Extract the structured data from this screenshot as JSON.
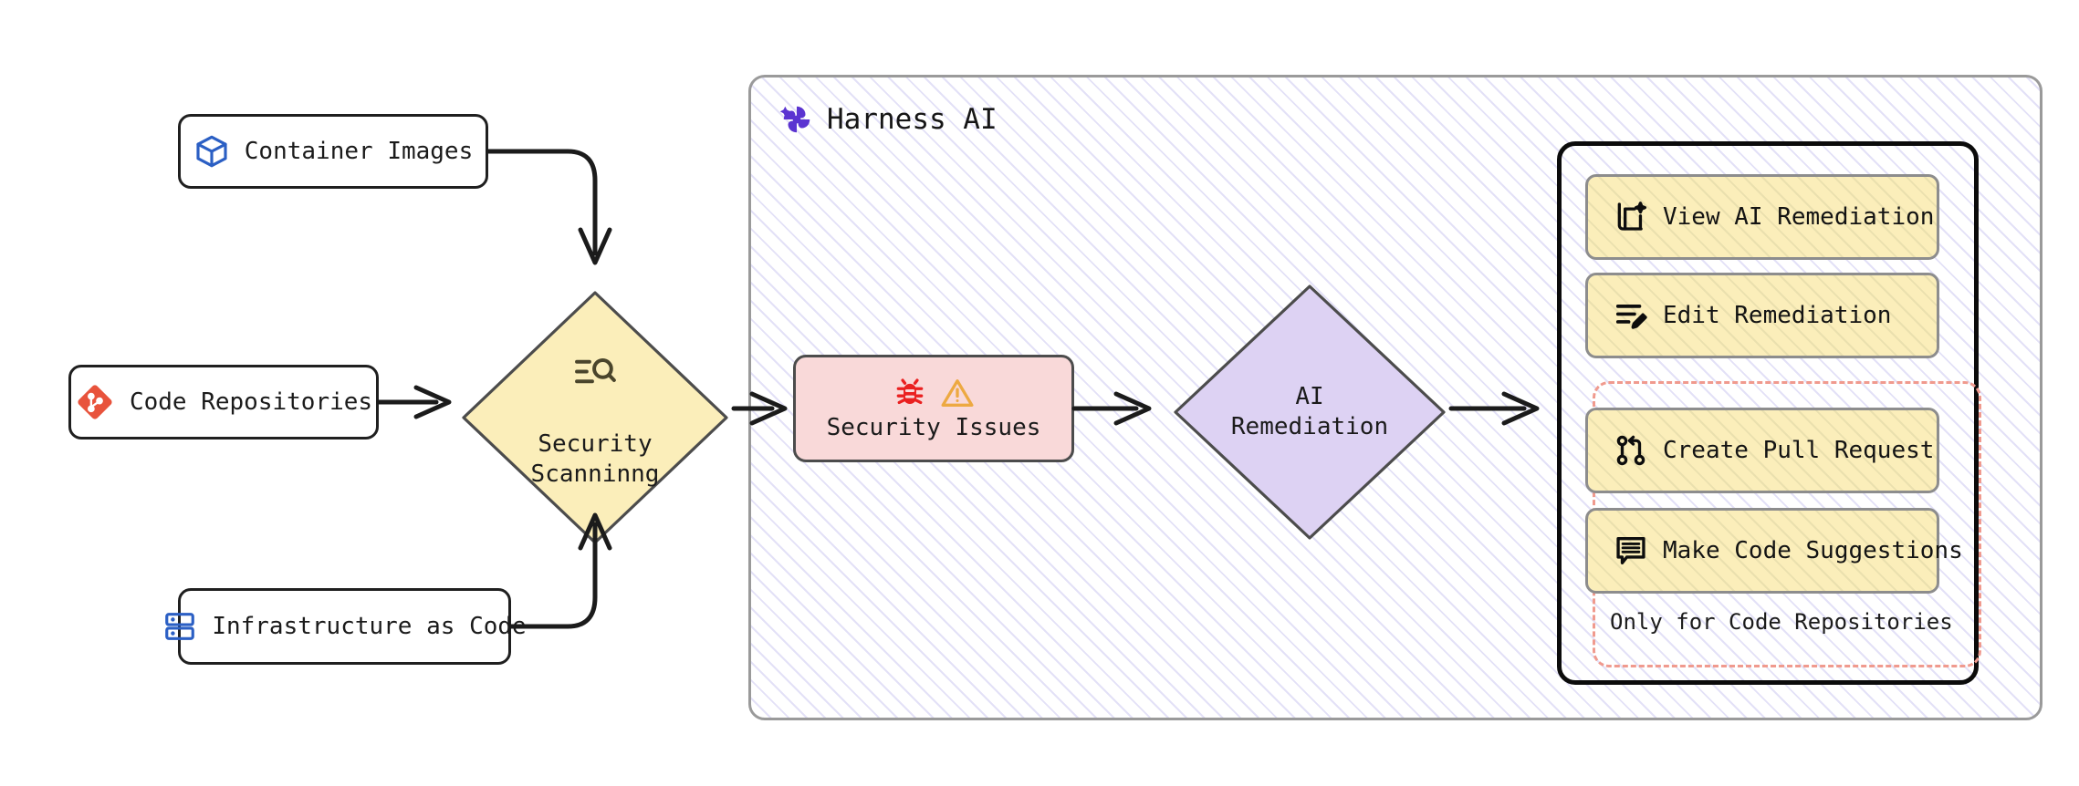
{
  "diagram": {
    "title": "Harness AI security scanning and remediation flow",
    "sources": [
      {
        "id": "container-images",
        "label": "Container Images",
        "icon": "cube-icon",
        "icon_color": "#2b5fc4"
      },
      {
        "id": "code-repositories",
        "label": "Code Repositories",
        "icon": "git-repo-icon",
        "icon_color": "#e8533c"
      },
      {
        "id": "infrastructure-as-code",
        "label": "Infrastructure as Code",
        "icon": "server-stack-icon",
        "icon_color": "#2b5fc4"
      }
    ],
    "scan": {
      "id": "security-scanning",
      "line1": "Security",
      "line2": "Scanninng",
      "icon": "scan-search-icon",
      "fill": "#fbeeba",
      "stroke": "#4c4c4c"
    },
    "cluster": {
      "id": "harness-ai",
      "label": "Harness AI",
      "logo": "harness-pinwheel-icon",
      "logo_color": "#5b34d1",
      "stroke": "#9a9a9a",
      "hatch_color": "#e3e1f7"
    },
    "issues": {
      "id": "security-issues",
      "label": "Security Issues",
      "icons": [
        "bug-icon",
        "warning-triangle-icon"
      ],
      "bug_color": "#ea2020",
      "warning_color": "#eda942",
      "fill": "#f9d9d9",
      "stroke": "#4c4c4c"
    },
    "remediation": {
      "id": "ai-remediation",
      "line1": "AI",
      "line2": "Remediation",
      "fill": "#ddd2f3",
      "stroke": "#4c4c4c"
    },
    "actions": {
      "panel_stroke": "#0b0b0b",
      "item_fill": "#fbeeba",
      "item_stroke": "#8d8d8d",
      "items": [
        {
          "id": "view-ai-remediation",
          "label": "View AI Remediation",
          "icon": "ai-document-sparkle-icon"
        },
        {
          "id": "edit-remediation",
          "label": "Edit Remediation",
          "icon": "edit-lines-pencil-icon"
        },
        {
          "id": "create-pull-request",
          "label": "Create Pull Request",
          "icon": "git-pull-request-icon"
        },
        {
          "id": "make-code-suggestions",
          "label": "Make Code Suggestions",
          "icon": "comment-lines-icon"
        }
      ],
      "group_note": "Only for Code Repositories",
      "group_note_stroke": "#f09a8e"
    }
  }
}
